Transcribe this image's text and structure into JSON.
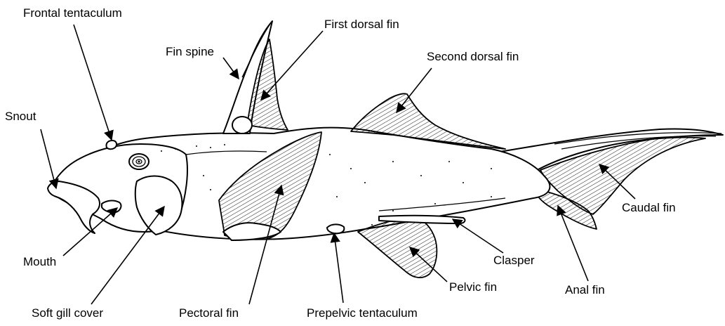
{
  "diagram": {
    "labels": {
      "frontal_tentaculum": "Frontal tentaculum",
      "first_dorsal_fin": "First dorsal fin",
      "fin_spine": "Fin spine",
      "second_dorsal_fin": "Second dorsal fin",
      "snout": "Snout",
      "caudal_fin": "Caudal fin",
      "mouth": "Mouth",
      "clasper": "Clasper",
      "anal_fin": "Anal fin",
      "pelvic_fin": "Pelvic fin",
      "soft_gill_cover": "Soft gill cover",
      "pectoral_fin": "Pectoral fin",
      "prepelvic_tentaculum": "Prepelvic tentaculum"
    }
  }
}
